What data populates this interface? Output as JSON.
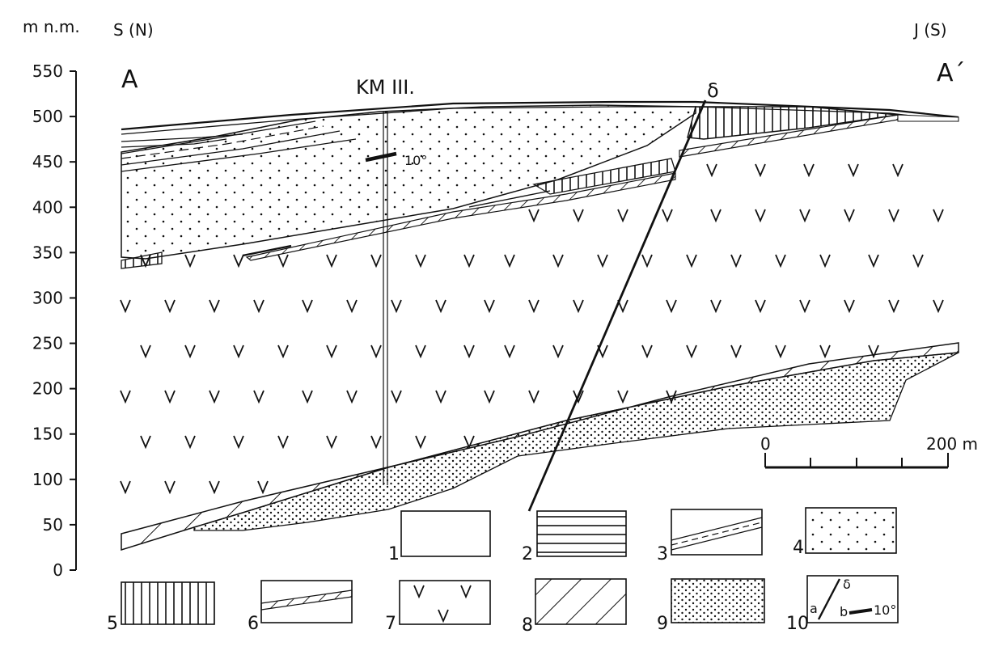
{
  "header": {
    "unit_label": "m n.m.",
    "left_direction": "S (N)",
    "right_direction": "J (S)",
    "left_point": "A",
    "right_point": "A´",
    "borehole": "KM III.",
    "fault_symbol": "δ",
    "dip_label": "10°"
  },
  "y_axis": {
    "ticks": [
      "550",
      "500",
      "450",
      "400",
      "350",
      "300",
      "250",
      "200",
      "150",
      "100",
      "50",
      "0"
    ],
    "range_m": [
      0,
      550
    ]
  },
  "scale_bar": {
    "start_label": "0",
    "end_label": "200 m"
  },
  "legend": {
    "items": [
      {
        "number": "1",
        "pattern": "blank"
      },
      {
        "number": "2",
        "pattern": "horizontal-lines"
      },
      {
        "number": "3",
        "pattern": "dashed-layers"
      },
      {
        "number": "4",
        "pattern": "sparse-dots"
      },
      {
        "number": "5",
        "pattern": "vertical-lines"
      },
      {
        "number": "6",
        "pattern": "thin-hatched-band"
      },
      {
        "number": "7",
        "pattern": "v-symbols"
      },
      {
        "number": "8",
        "pattern": "diagonal-hatch"
      },
      {
        "number": "9",
        "pattern": "dense-dots"
      },
      {
        "number": "10",
        "pattern": "fault-and-dip",
        "a": "a",
        "b": "b",
        "fault_symbol": "δ",
        "dip": "10°"
      }
    ]
  }
}
